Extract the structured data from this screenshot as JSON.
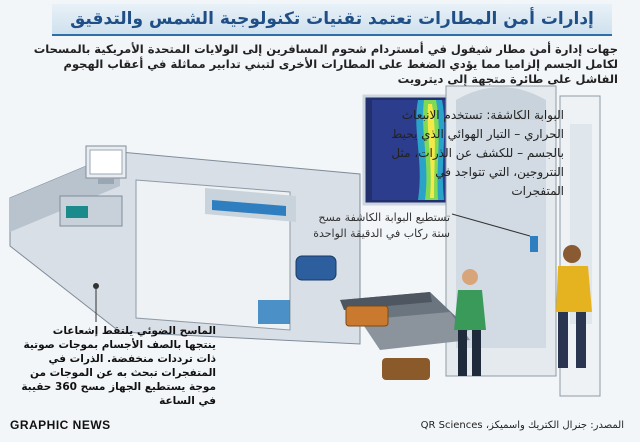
{
  "title": "إدارات أمن المطارات تعتمد تقنيات تكنولوجية الشمس والتدقيق",
  "intro": "جهات إدارة أمن مطار شيفول في أمستردام شحوم المسافرين إلى الولايات المتحدة الأمريكية بالمسحات لكامل الجسم إلزاميا مما يؤدي الضغط على المطارات الأخرى لتبني تدابير مماثلة في أعقاب الهجوم الفاشل على طائرة متجهة إلى ديترويت",
  "callouts": {
    "sniffer": "البوابة الكاشفة: تستخدم الانبعاث الحراري – التيار الهوائي الذي يحيط بالجسم – للكشف عن الذرات، مثل النتروجين، التي تتواجد في المتفجرات",
    "throughput": "تستطيع البوابة الكاشفة مسح ستة ركاب في الدقيقة الواحدة",
    "scanner": "الماسح الضوئي يلتقط إشعاعات ينتجها بالصف الأجسام بموجات صوتية ذات ترددات منخفضة. الذرات في المتفجرات تبحث به عن الموجات من موجة يستطيع الجهاز مسح 360 حقيبة في الساعة"
  },
  "footer": {
    "credit": "GRAPHIC NEWS",
    "source": "المصدر: جنرال الكتريك واسميكز، QR Sciences"
  },
  "colors": {
    "title": "#1f4f86",
    "machine": "#d9dfe6",
    "accent_blue": "#2f7fc0",
    "panel_teal": "#1b8a8a"
  },
  "icons": [
    "monitor-icon",
    "conveyor-belt",
    "bag-icon",
    "person-figure"
  ]
}
